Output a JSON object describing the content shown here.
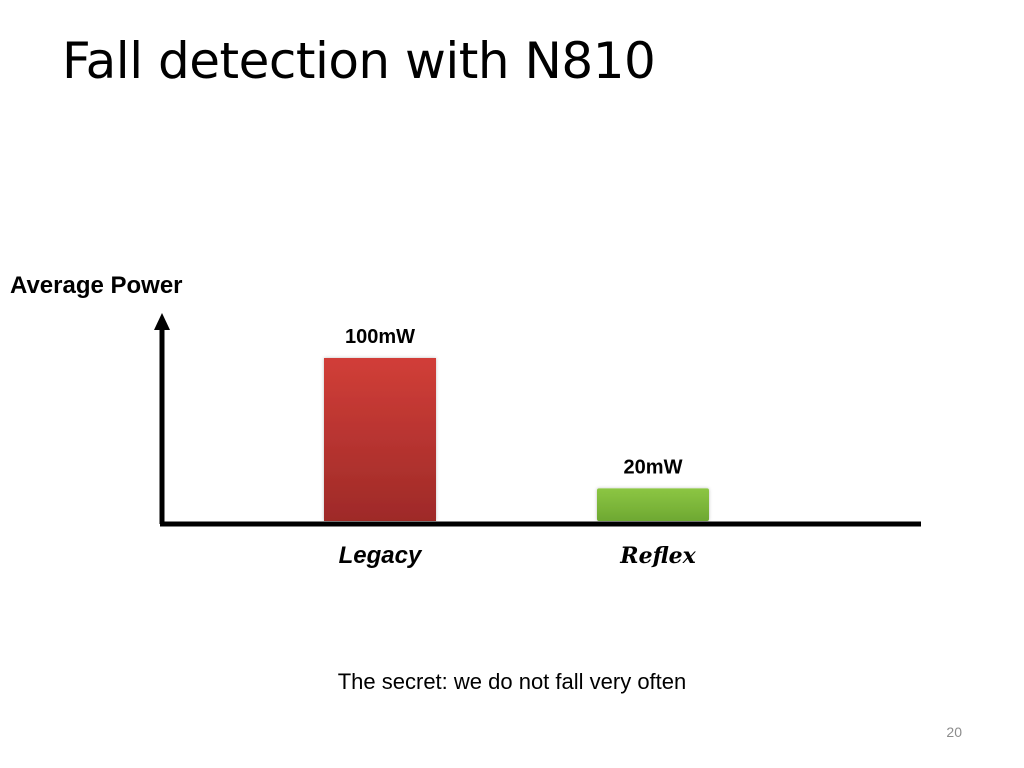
{
  "slide": {
    "title": "Fall detection with N810",
    "caption": "The secret: we do not fall very often",
    "page_number": "20"
  },
  "chart_data": {
    "type": "bar",
    "ylabel": "Average Power",
    "unit": "mW",
    "categories": [
      "Legacy",
      "Reflex"
    ],
    "values": [
      100,
      20
    ],
    "value_labels": [
      "100mW",
      "20mW"
    ],
    "colors": [
      "#c93a36",
      "#7fba3a"
    ],
    "grid": false,
    "axis_tick_labels": false
  }
}
